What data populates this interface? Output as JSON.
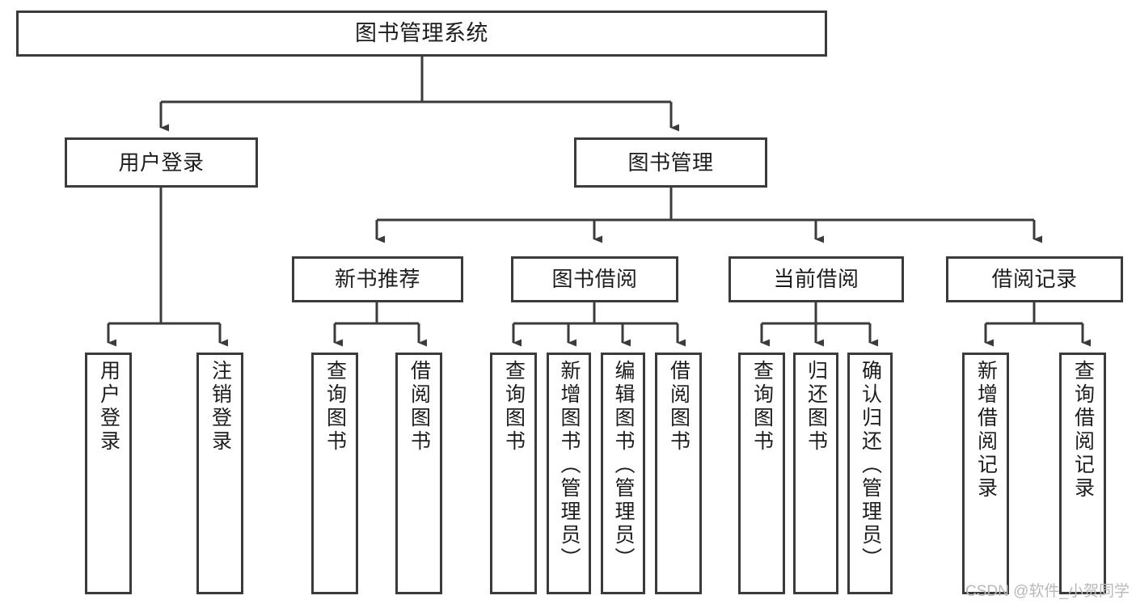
{
  "diagram": {
    "title": "图书管理系统",
    "type": "tree-hierarchy-chart",
    "stroke_color": "#3b3b3b",
    "fill_color": "#ffffff",
    "text_color": "#1d1d1d"
  },
  "nodes": {
    "root": {
      "label": "图书管理系统"
    },
    "level2": [
      {
        "id": "user-login",
        "label": "用户登录"
      },
      {
        "id": "book-management",
        "label": "图书管理"
      }
    ],
    "level3": [
      {
        "id": "new-book-recommend",
        "label": "新书推荐"
      },
      {
        "id": "book-borrow",
        "label": "图书借阅"
      },
      {
        "id": "current-borrow",
        "label": "当前借阅"
      },
      {
        "id": "borrow-record",
        "label": "借阅记录"
      }
    ],
    "leaves": {
      "user_login": [
        {
          "id": "leaf-user-login",
          "label": "用户登录"
        },
        {
          "id": "leaf-logout-login",
          "label": "注销登录"
        }
      ],
      "new_book_recommend": [
        {
          "id": "leaf-query-book-1",
          "label": "查询图书"
        },
        {
          "id": "leaf-borrow-book-1",
          "label": "借阅图书"
        }
      ],
      "book_borrow": [
        {
          "id": "leaf-query-book-2",
          "label": "查询图书"
        },
        {
          "id": "leaf-add-book",
          "label": "新增图书（管理员）"
        },
        {
          "id": "leaf-edit-book",
          "label": "编辑图书（管理员）"
        },
        {
          "id": "leaf-borrow-book-2",
          "label": "借阅图书"
        }
      ],
      "current_borrow": [
        {
          "id": "leaf-query-book-3",
          "label": "查询图书"
        },
        {
          "id": "leaf-return-book",
          "label": "归还图书"
        },
        {
          "id": "leaf-confirm-return",
          "label": "确认归还（管理员）"
        }
      ],
      "borrow_record": [
        {
          "id": "leaf-add-record",
          "label": "新增借阅记录"
        },
        {
          "id": "leaf-query-record",
          "label": "查询借阅记录"
        }
      ]
    }
  },
  "watermark": {
    "text": "CSDN @软件_小贺同学"
  }
}
